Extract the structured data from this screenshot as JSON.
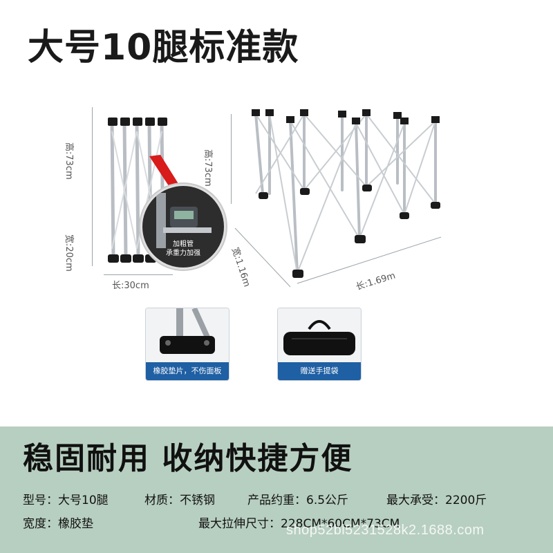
{
  "title": "大号10腿标准款",
  "folded_view": {
    "height_label": "高:73cm",
    "width_label": "宽:20cm",
    "length_label": "长:30cm",
    "callout_line1": "加粗管",
    "callout_line2": "承重力加强"
  },
  "unfolded_view": {
    "height_label": "高:73cm",
    "width_label": "宽:1.16m",
    "length_label": "长:1.69m"
  },
  "cards": [
    {
      "label": "橡胶垫片，不伤面板"
    },
    {
      "label": "赠送手提袋"
    }
  ],
  "slogan": "稳固耐用  收纳快捷方便",
  "specs": {
    "model": "型号：大号10腿",
    "material": "材质：不锈钢",
    "weight": "产品约重：6.5公斤",
    "max_load": "最大承受：2200斤",
    "width": "宽度：橡胶垫",
    "max_size": "最大拉伸尺寸：228CM*60CM*73CM"
  },
  "watermark": "shop52bl5231528k2.1688.com",
  "colors": {
    "bottom_band": "#b7cfc0",
    "card_bar": "#1f5fa3",
    "frame": "#b9bec4"
  }
}
